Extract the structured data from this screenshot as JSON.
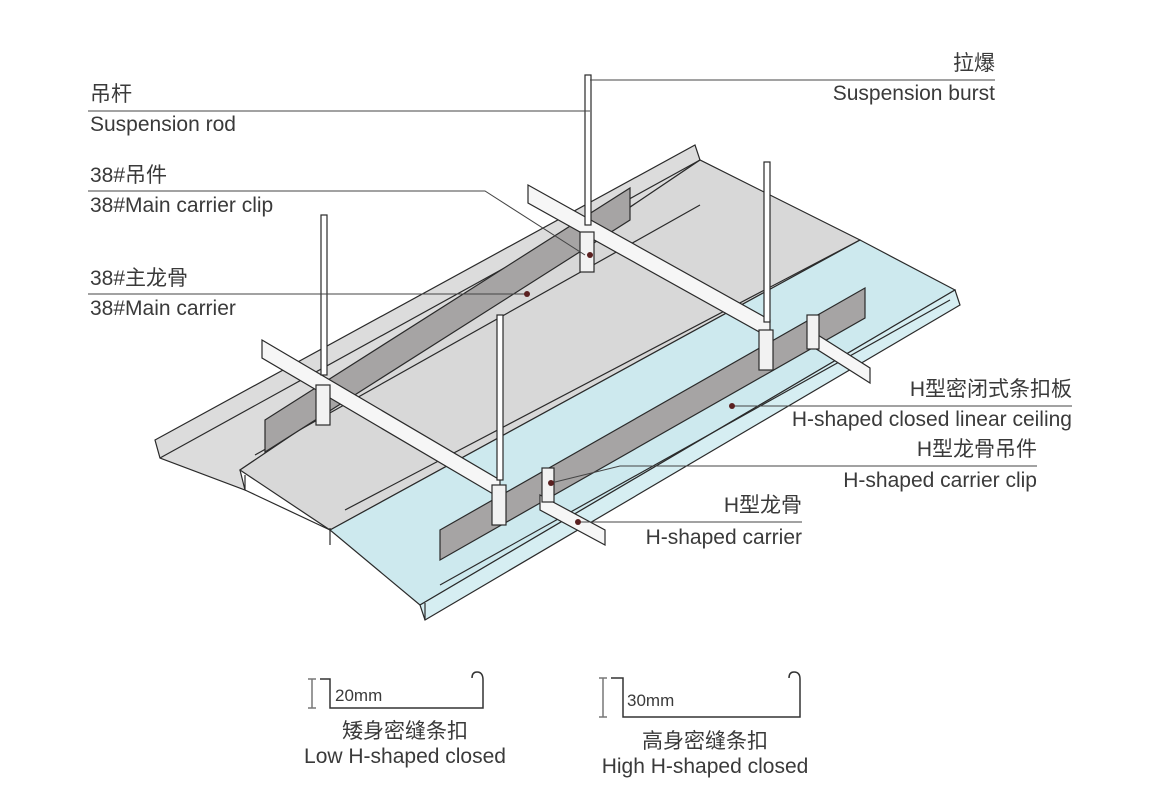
{
  "labels": {
    "suspension_rod": {
      "zh": "吊杆",
      "en": "Suspension rod"
    },
    "main_carrier_clip": {
      "zh": "38#吊件",
      "en": "38#Main carrier clip"
    },
    "main_carrier": {
      "zh": "38#主龙骨",
      "en": "38#Main carrier"
    },
    "suspension_burst": {
      "zh": "拉爆",
      "en": "Suspension burst"
    },
    "closed_linear_ceiling": {
      "zh": "H型密闭式条扣板",
      "en": "H-shaped closed linear ceiling"
    },
    "carrier_clip": {
      "zh": "H型龙骨吊件",
      "en": "H-shaped carrier clip"
    },
    "h_carrier": {
      "zh": "H型龙骨",
      "en": "H-shaped carrier"
    }
  },
  "profiles": [
    {
      "dimension": "20mm",
      "zh": "矮身密缝条扣",
      "en": "Low H-shaped closed"
    },
    {
      "dimension": "30mm",
      "zh": "高身密缝条扣",
      "en": "High H-shaped closed"
    }
  ],
  "colors": {
    "panel_gray": "#d9d9d9",
    "panel_blue": "#cde9ee",
    "carrier": "#a6a4a4",
    "line": "#2a2a2a"
  }
}
